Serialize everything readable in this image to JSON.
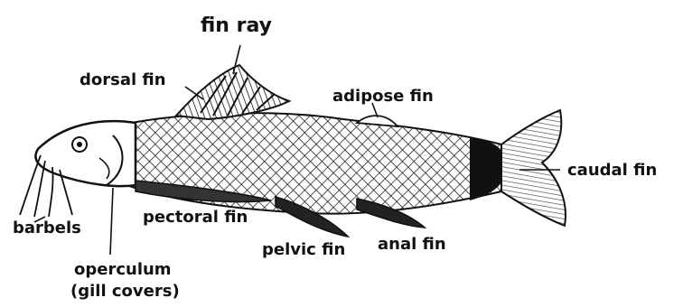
{
  "diagram": {
    "colors": {
      "ink": "#111111",
      "paper": "#ffffff"
    },
    "labels": {
      "fin_ray": "fin ray",
      "dorsal_fin": "dorsal fin",
      "adipose_fin": "adipose fin",
      "caudal_fin": "caudal fin",
      "barbels": "barbels",
      "pectoral_fin": "pectoral fin",
      "pelvic_fin": "pelvic fin",
      "anal_fin": "anal fin",
      "operculum": "operculum",
      "gill_covers": "(gill covers)"
    }
  }
}
